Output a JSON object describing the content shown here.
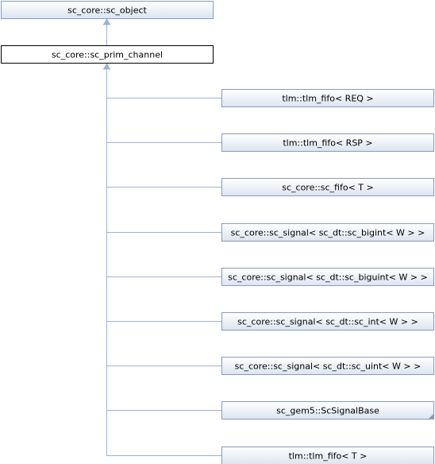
{
  "diagram": {
    "base": {
      "label": "sc_core::sc_object"
    },
    "current": {
      "label": "sc_core::sc_prim_channel"
    },
    "children": [
      {
        "label": "tlm::tlm_fifo< REQ >",
        "folded": false
      },
      {
        "label": "tlm::tlm_fifo< RSP >",
        "folded": false
      },
      {
        "label": "sc_core::sc_fifo< T >",
        "folded": false
      },
      {
        "label": "sc_core::sc_signal< sc_dt::sc_bigint< W > >",
        "folded": false
      },
      {
        "label": "sc_core::sc_signal< sc_dt::sc_biguint< W > >",
        "folded": false
      },
      {
        "label": "sc_core::sc_signal< sc_dt::sc_int< W > >",
        "folded": false
      },
      {
        "label": "sc_core::sc_signal< sc_dt::sc_uint< W > >",
        "folded": false
      },
      {
        "label": "sc_gem5::ScSignalBase",
        "folded": true
      },
      {
        "label": "tlm::tlm_fifo< T >",
        "folded": false
      }
    ],
    "colors": {
      "node_fill_top": "#ffffff",
      "node_fill_bottom": "#dde4f0",
      "node_border": "#8a9ab8",
      "current_border": "#000000",
      "edge": "#9fb1d2",
      "fold_corner": "#8a9ab8"
    }
  }
}
